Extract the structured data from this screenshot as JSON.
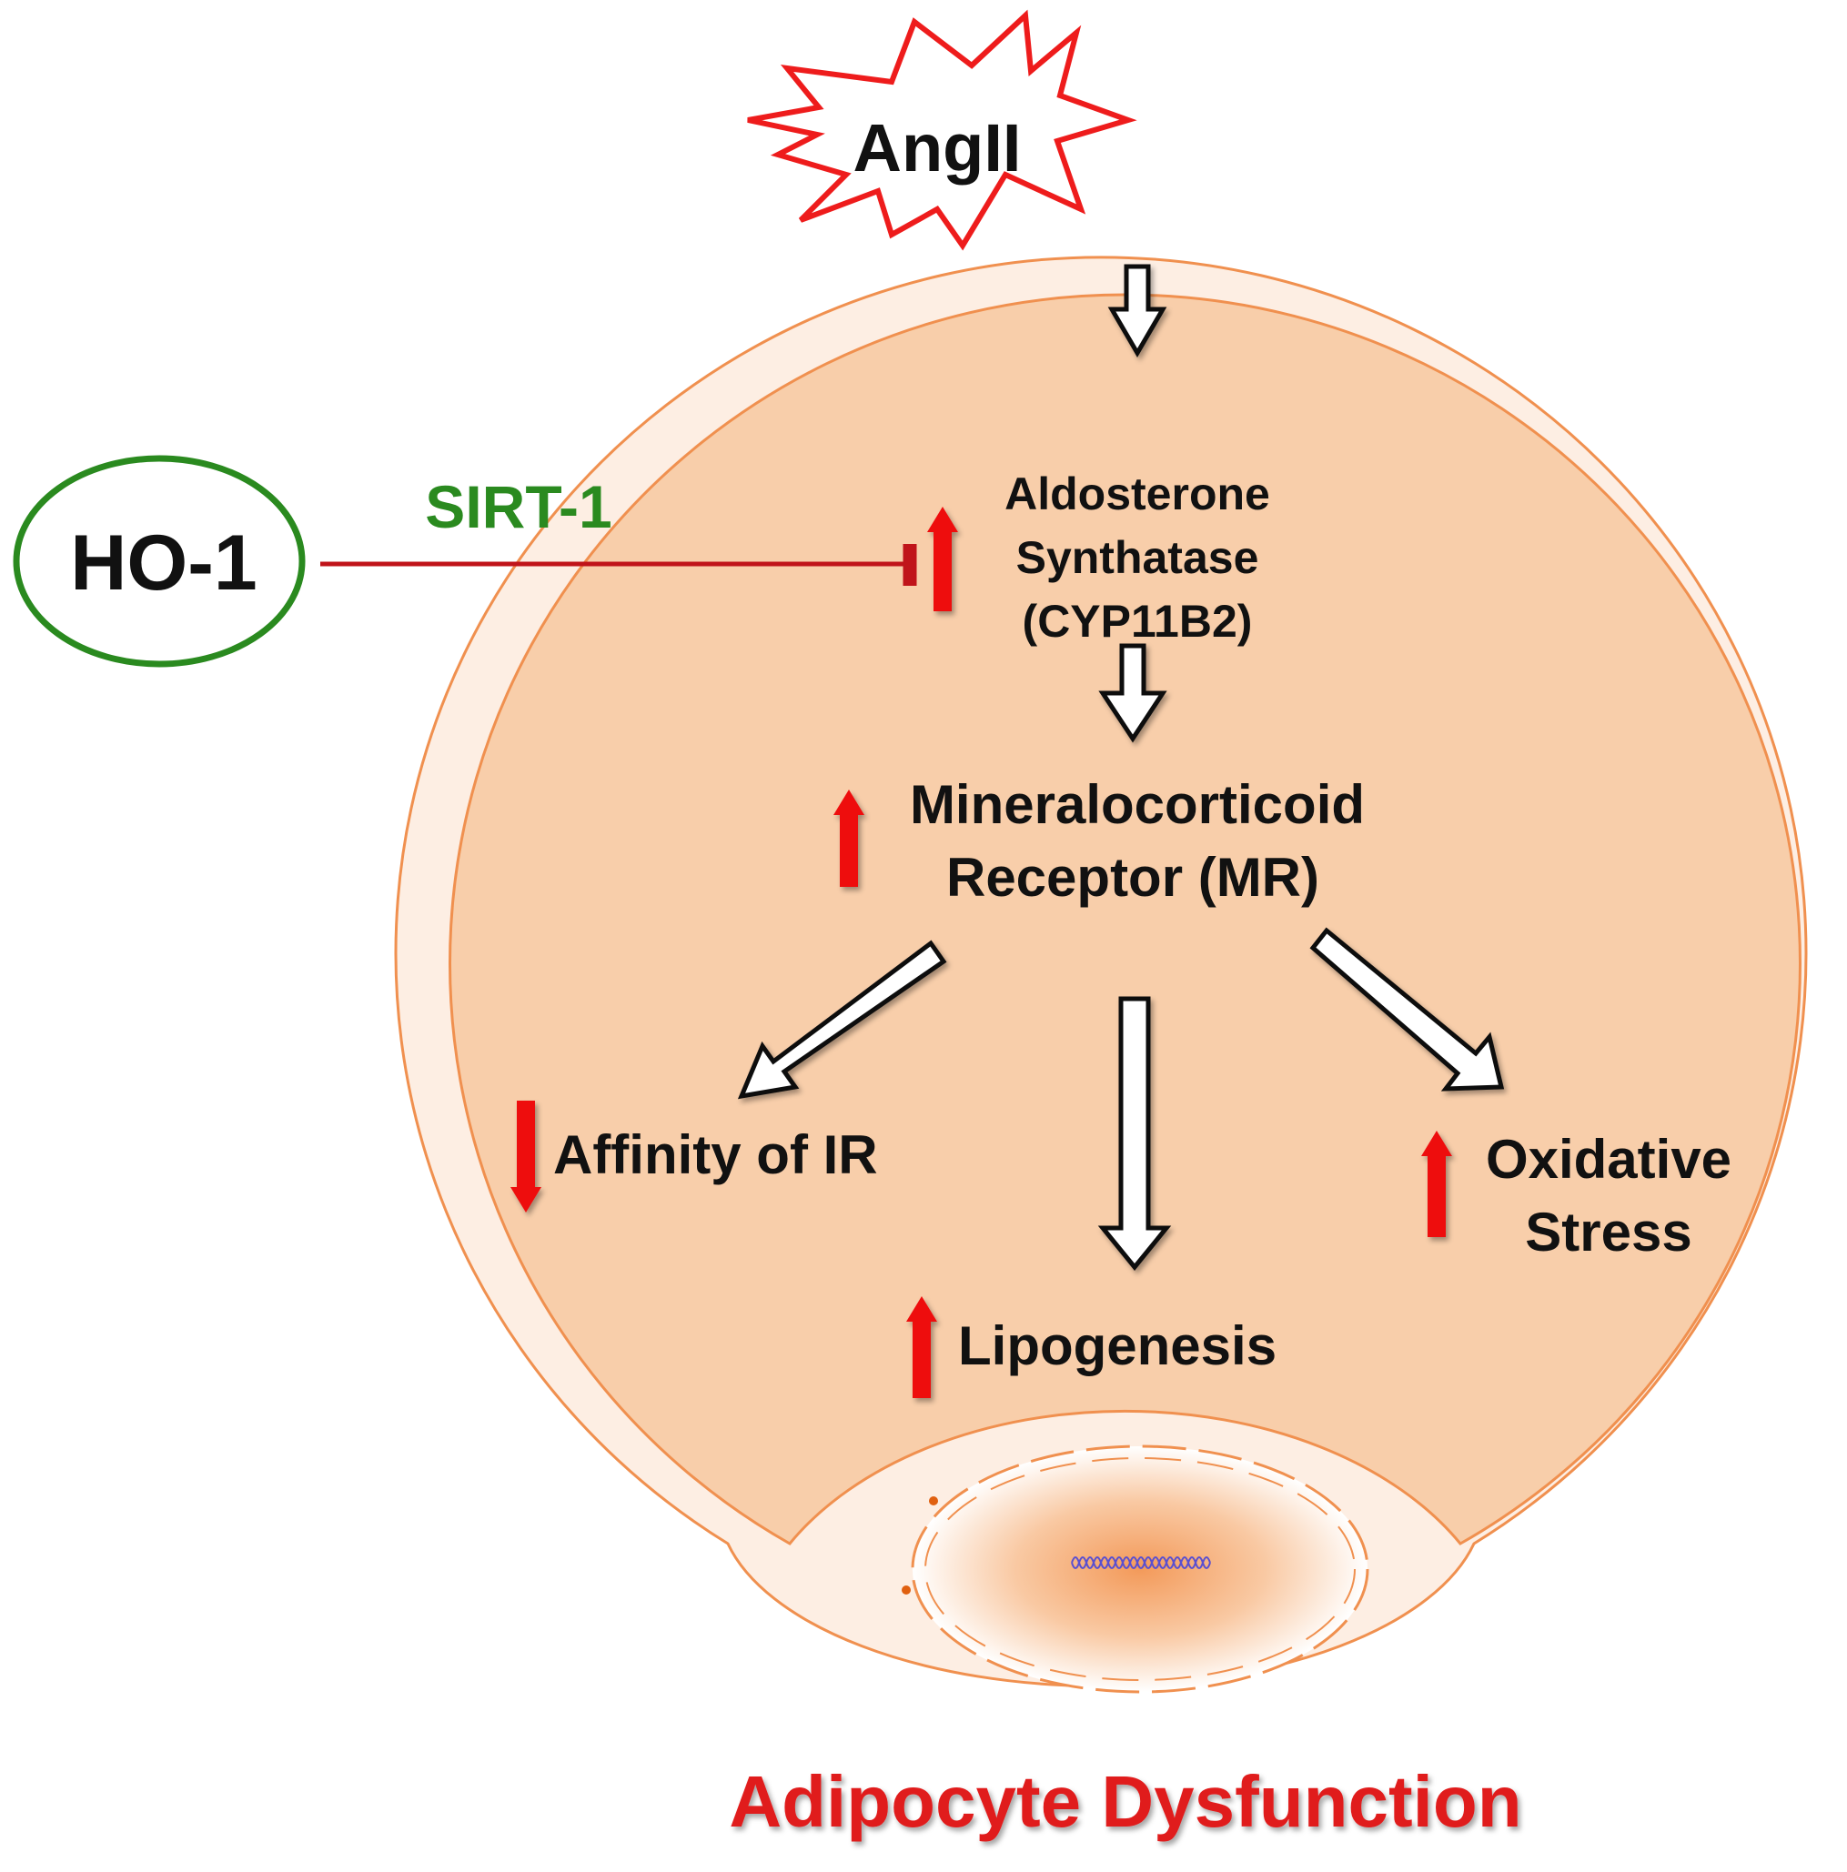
{
  "nodes": {
    "angii": "AngII",
    "ho1": "HO-1",
    "sirt1": "SIRT-1",
    "aldosterone": [
      "Aldosterone",
      "Synthatase",
      "(CYP11B2)"
    ],
    "mr": [
      "Mineralocorticoid",
      "Receptor (MR)"
    ],
    "affinity": "Affinity of IR",
    "lipogenesis": "Lipogenesis",
    "oxidative": [
      "Oxidative",
      "Stress"
    ],
    "outcome": "Adipocyte Dysfunction"
  },
  "indicators": {
    "aldosterone": "up",
    "mr": "up",
    "affinity": "down",
    "lipogenesis": "up",
    "oxidative": "up"
  },
  "colors": {
    "cell_fill": "#f8ceaa",
    "membrane_fill": "#fdeee3",
    "membrane_stroke": "#f0904f",
    "indicator_red": "#ee1111",
    "inhibition_line": "#c0141a",
    "ho1_green": "#2a8a1f",
    "burst_red": "#ee1c1c",
    "outcome_red": "#e01b1b"
  }
}
